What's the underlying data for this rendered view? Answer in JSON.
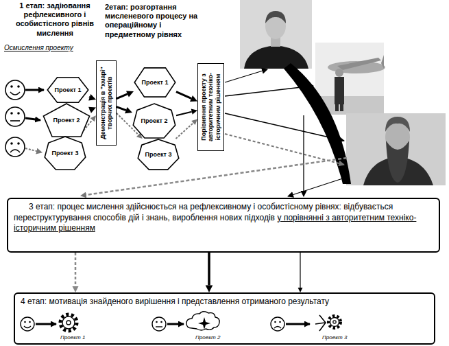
{
  "diagram": {
    "nodes": [
      {
        "text": [
          "Проект 1"
        ]
      },
      {
        "text": [
          "Проект 2"
        ]
      },
      {
        "text": [
          "Проект 3"
        ]
      },
      {
        "text": [
          "Демонстрація в \"хмарі\" творчих проектів"
        ]
      },
      {
        "text": [
          "Проект 1"
        ]
      },
      {
        "text": [
          "Проект 2"
        ]
      },
      {
        "text": [
          "Проект 3"
        ]
      },
      {
        "text": [
          "Порівняння проекту з авторитетним техніко-історичним рішенням"
        ]
      },
      {
        "text": [
          "3 етап: процес мислення здійснюється на рефлексивному і особистісному рівнях: відбувається переструктурування способів дій і знань, вироблення нових підходів",
          "у порівнянні з авторитетним техніко-історичним рішенням"
        ]
      },
      {
        "text": [
          "4 етап: мотивація знайденого вирішення і представлення отриманого результату"
        ]
      }
    ],
    "edges": [
      {
        "from": 0,
        "to": 3,
        "arrow": "to"
      },
      {
        "from": 1,
        "to": 3,
        "arrow": "to"
      },
      {
        "from": 2,
        "to": 3,
        "arrow": "to"
      },
      {
        "from": 3,
        "to": 4,
        "arrow": "to"
      },
      {
        "from": 3,
        "to": 5,
        "arrow": "to"
      },
      {
        "from": 3,
        "to": 6,
        "arrow": "to"
      },
      {
        "from": 4,
        "to": 7,
        "arrow": "to"
      },
      {
        "from": 5,
        "to": 7,
        "arrow": "to"
      },
      {
        "from": 6,
        "to": 7,
        "arrow": "to"
      },
      {
        "from": 8,
        "to": 9,
        "arrow": "to"
      },
      {
        "from": 8,
        "to": 9,
        "arrow": "to"
      },
      {
        "from": 8,
        "to": 9,
        "arrow": "to"
      }
    ],
    "labels": [
      "1 етап: задіювання рефлексивного і особистісного рівнів мислення",
      "Осмислення проекту",
      "2етап: розгортання мисленевого процесу на операційному і предметному рівнях",
      "Проект 1",
      "Проект 2",
      "Проект 3"
    ]
  }
}
